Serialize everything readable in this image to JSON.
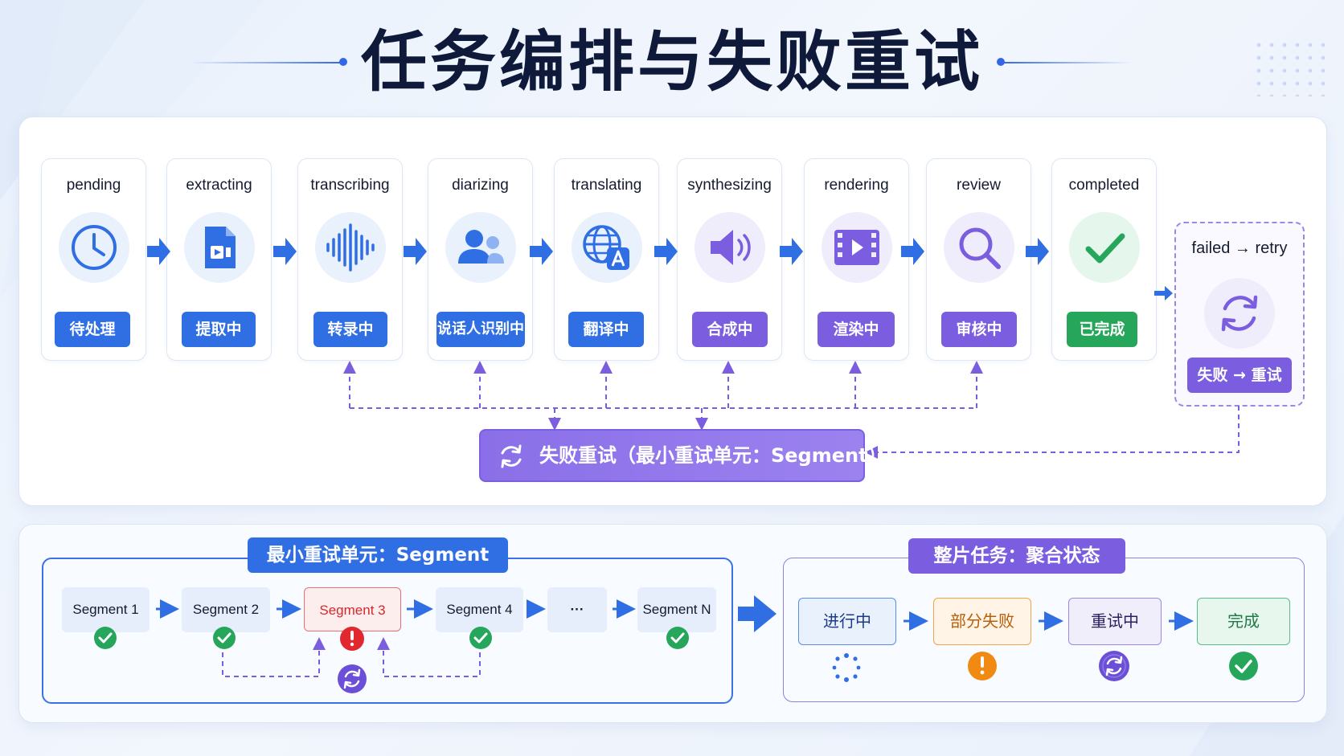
{
  "title": "任务编排与失败重试",
  "stages": [
    {
      "en": "pending",
      "zh": "待处理",
      "icon": "clock-icon",
      "theme": "blue"
    },
    {
      "en": "extracting",
      "zh": "提取中",
      "icon": "video-file-icon",
      "theme": "blue"
    },
    {
      "en": "transcribing",
      "zh": "转录中",
      "icon": "waveform-icon",
      "theme": "blue"
    },
    {
      "en": "diarizing",
      "zh": "说话人识别中",
      "icon": "people-icon",
      "theme": "blue"
    },
    {
      "en": "translating",
      "zh": "翻译中",
      "icon": "translate-icon",
      "theme": "blue"
    },
    {
      "en": "synthesizing",
      "zh": "合成中",
      "icon": "speaker-icon",
      "theme": "purple"
    },
    {
      "en": "rendering",
      "zh": "渲染中",
      "icon": "film-icon",
      "theme": "purple"
    },
    {
      "en": "review",
      "zh": "审核中",
      "icon": "search-icon",
      "theme": "purple"
    },
    {
      "en": "completed",
      "zh": "已完成",
      "icon": "check-icon",
      "theme": "green"
    }
  ],
  "failed": {
    "en": "failed → retry",
    "zh": "失败 → 重试",
    "icon": "retry-icon"
  },
  "retry_bar": {
    "label": "失败重试（最小重试单元：Segment）",
    "icon": "retry-icon"
  },
  "segment_section": {
    "title": "最小重试单元：Segment",
    "segments": [
      {
        "label": "Segment 1",
        "status": "success"
      },
      {
        "label": "Segment 2",
        "status": "success"
      },
      {
        "label": "Segment 3",
        "status": "failed"
      },
      {
        "label": "Segment 4",
        "status": "success"
      },
      {
        "label": "···",
        "status": "none"
      },
      {
        "label": "Segment N",
        "status": "success"
      }
    ]
  },
  "aggregate_section": {
    "title": "整片任务：聚合状态",
    "states": [
      {
        "label": "进行中",
        "icon": "loading-icon",
        "color": "#2f6ee3"
      },
      {
        "label": "部分失败",
        "icon": "warning-icon",
        "color": "#f08a12"
      },
      {
        "label": "重试中",
        "icon": "retry-icon",
        "color": "#6b4fd8"
      },
      {
        "label": "完成",
        "icon": "check-icon",
        "color": "#27a65c"
      }
    ]
  },
  "colors": {
    "blue": "#2f6ee3",
    "purple": "#7b5ee0",
    "green": "#26a65b",
    "red": "#e0282e",
    "orange": "#f08a12"
  }
}
